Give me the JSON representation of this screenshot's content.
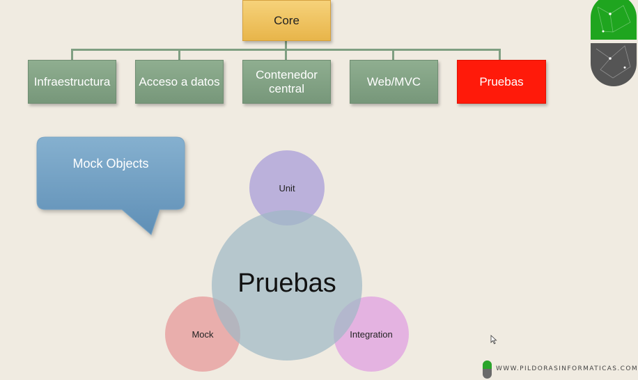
{
  "org_chart": {
    "root": "Core",
    "children": [
      {
        "label": "Infraestructura",
        "color": "#7f9f82"
      },
      {
        "label": "Acceso a datos",
        "color": "#7f9f82"
      },
      {
        "label": "Contenedor central",
        "color": "#7f9f82"
      },
      {
        "label": "Web/MVC",
        "color": "#7f9f82"
      },
      {
        "label": "Pruebas",
        "color": "#ff1a0a"
      }
    ]
  },
  "callout": {
    "text": "Mock Objects",
    "color": "#6f9fc3"
  },
  "venn": {
    "center": "Pruebas",
    "satellites": [
      {
        "label": "Unit",
        "color": "#a99ed8"
      },
      {
        "label": "Mock",
        "color": "#e79a9a"
      },
      {
        "label": "Integration",
        "color": "#e0a0e0"
      }
    ]
  },
  "footer": {
    "site": "WWW.PILDORASINFORMATICAS.COM"
  }
}
